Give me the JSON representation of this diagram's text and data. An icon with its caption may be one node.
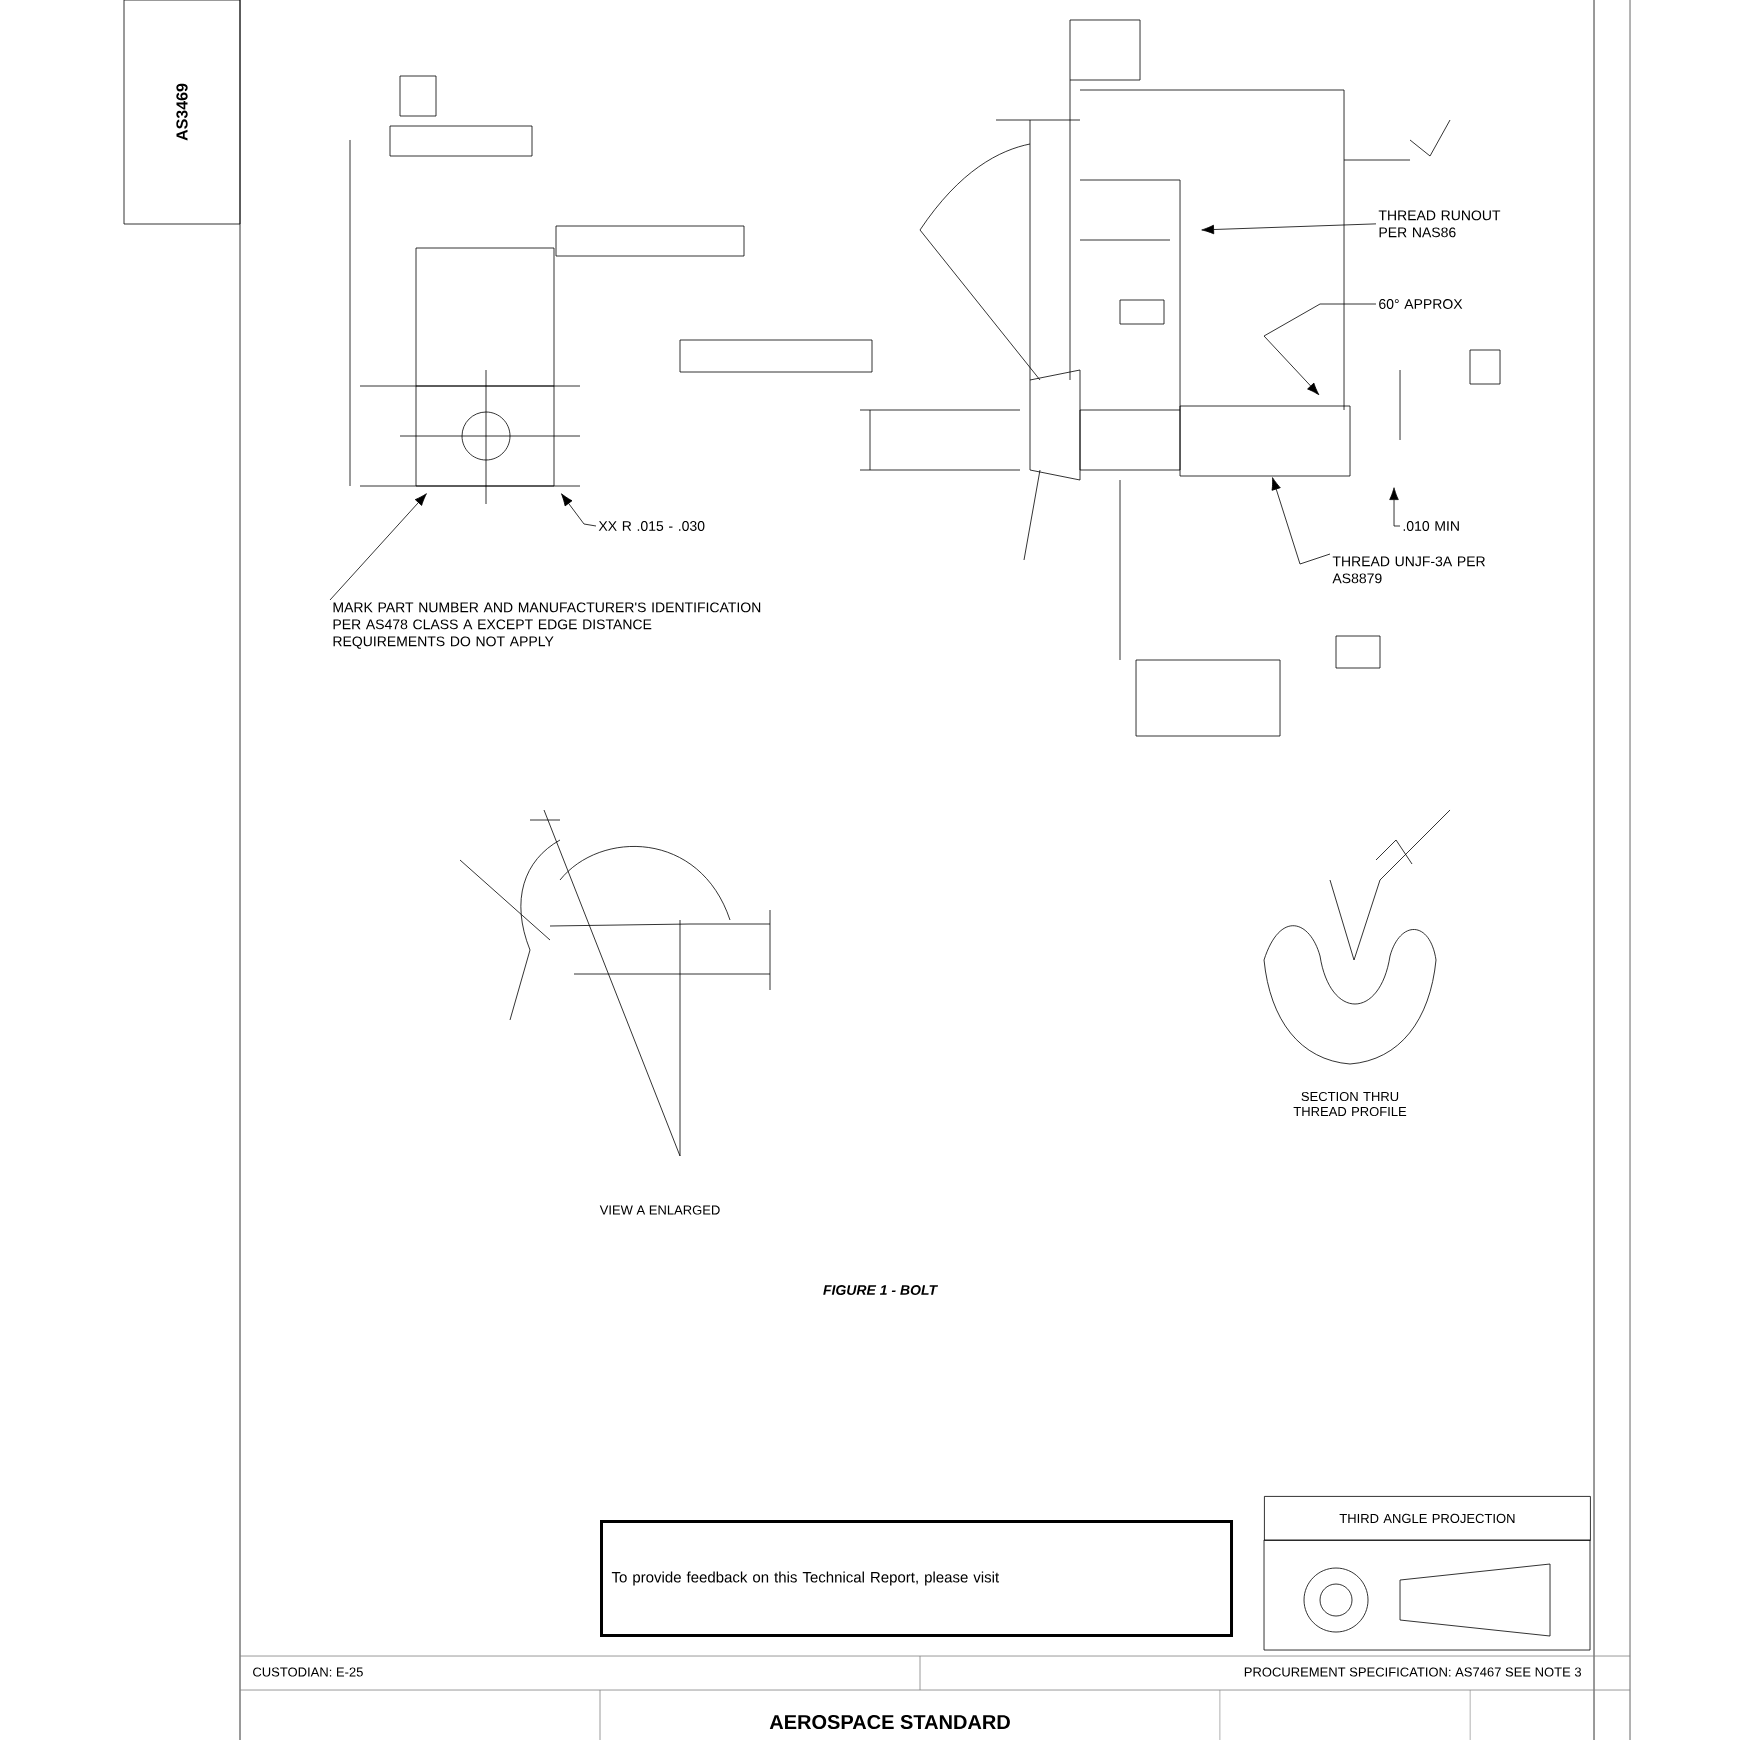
{
  "diagram": {
    "title": "FIGURE 1 - BOLT",
    "nodes": [
      {
        "text": [
          "MARK PART NUMBER AND MANUFACTURER'S IDENTIFICATION PER AS478 CLASS A EXCEPT EDGE DISTANCE REQUIREMENTS DO NOT APPLY"
        ]
      },
      {
        "text": [
          "XX R .015 - .030"
        ]
      },
      {
        "text": [
          "THREAD RUNOUT PER NAS86"
        ]
      },
      {
        "text": [
          "60° APPROX"
        ]
      },
      {
        "text": [
          ".010 MIN"
        ]
      },
      {
        "text": [
          "THREAD UNJF-3A PER AS8879"
        ]
      },
      {
        "text": [
          "To provide feedback on this Technical Report, please visit"
        ]
      },
      {
        "text": [
          "THIRD ANGLE PROJECTION"
        ]
      },
      {
        "text": [],
        "shape": "picture"
      }
    ],
    "edges": [
      {
        "from": 0,
        "to": 8,
        "arrow": "to"
      },
      {
        "from": 1,
        "to": 8,
        "arrow": "to"
      },
      {
        "from": 2,
        "to": null,
        "arrow": "to"
      },
      {
        "from": 3,
        "to": null,
        "arrow": "to"
      },
      {
        "from": 4,
        "to": null,
        "arrow": "to"
      },
      {
        "from": 5,
        "to": null,
        "arrow": "to"
      }
    ],
    "labels": [
      "AS3469",
      "VIEW A ENLARGED",
      "SECTION THRU THREAD PROFILE",
      "CUSTODIAN: E-25",
      "PROCUREMENT SPECIFICATION: AS7467 SEE NOTE 3",
      "AEROSPACE STANDARD"
    ]
  }
}
